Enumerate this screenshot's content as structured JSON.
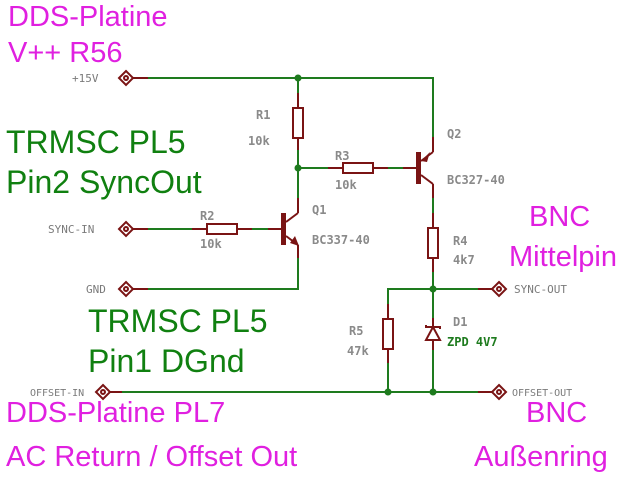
{
  "annotations": {
    "dds_top_line1": "DDS-Platine",
    "dds_top_line2": "V++ R56",
    "trmsc_sync_line1": "TRMSC PL5",
    "trmsc_sync_line2": "Pin2 SyncOut",
    "trmsc_gnd_line1": "TRMSC PL5",
    "trmsc_gnd_line2": "Pin1 DGnd",
    "dds_bottom_line1": "DDS-Platine PL7",
    "dds_bottom_line2": "AC Return / Offset Out",
    "bnc_center_line1": "BNC",
    "bnc_center_line2": "Mittelpin",
    "bnc_outer_line1": "BNC",
    "bnc_outer_line2": "Außenring"
  },
  "pins": {
    "vcc": "+15V",
    "sync_in": "SYNC-IN",
    "gnd": "GND",
    "sync_out": "SYNC-OUT",
    "offset_in": "OFFSET-IN",
    "offset_out": "OFFSET-OUT"
  },
  "components": {
    "r1": {
      "name": "R1",
      "value": "10k"
    },
    "r2": {
      "name": "R2",
      "value": "10k"
    },
    "r3": {
      "name": "R3",
      "value": "10k"
    },
    "r4": {
      "name": "R4",
      "value": "4k7"
    },
    "r5": {
      "name": "R5",
      "value": "47k"
    },
    "q1": {
      "name": "Q1",
      "value": "BC337-40"
    },
    "q2": {
      "name": "Q2",
      "value": "BC327-40"
    },
    "d1": {
      "name": "D1",
      "value": "ZPD 4V7"
    }
  },
  "colors": {
    "wire": "#1e7b1e",
    "part": "#7a1414",
    "annotation_magenta": "#e020e0",
    "annotation_green": "#108010",
    "label_gray": "#8a8a8a"
  }
}
